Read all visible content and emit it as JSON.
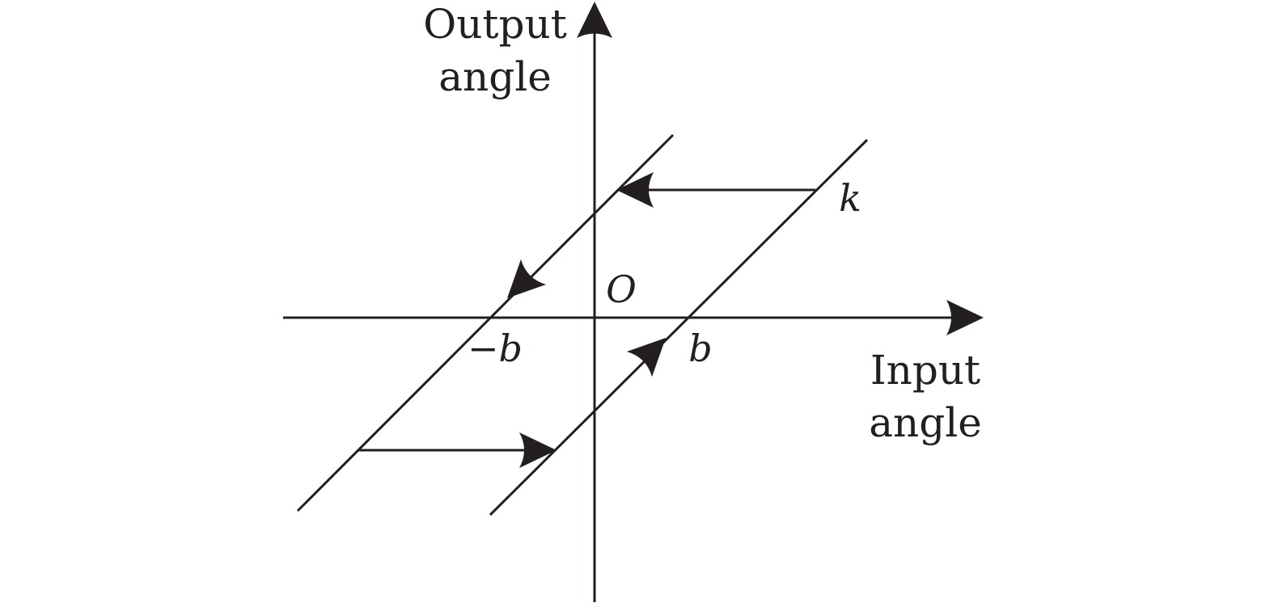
{
  "diagram": {
    "y_axis_label_line1": "Output",
    "y_axis_label_line2": "angle",
    "x_axis_label_line1": "Input",
    "x_axis_label_line2": "angle",
    "origin_label": "O",
    "neg_b_label": "−b",
    "b_label": "b",
    "k_label": "k",
    "ink_color": "#231f20"
  }
}
